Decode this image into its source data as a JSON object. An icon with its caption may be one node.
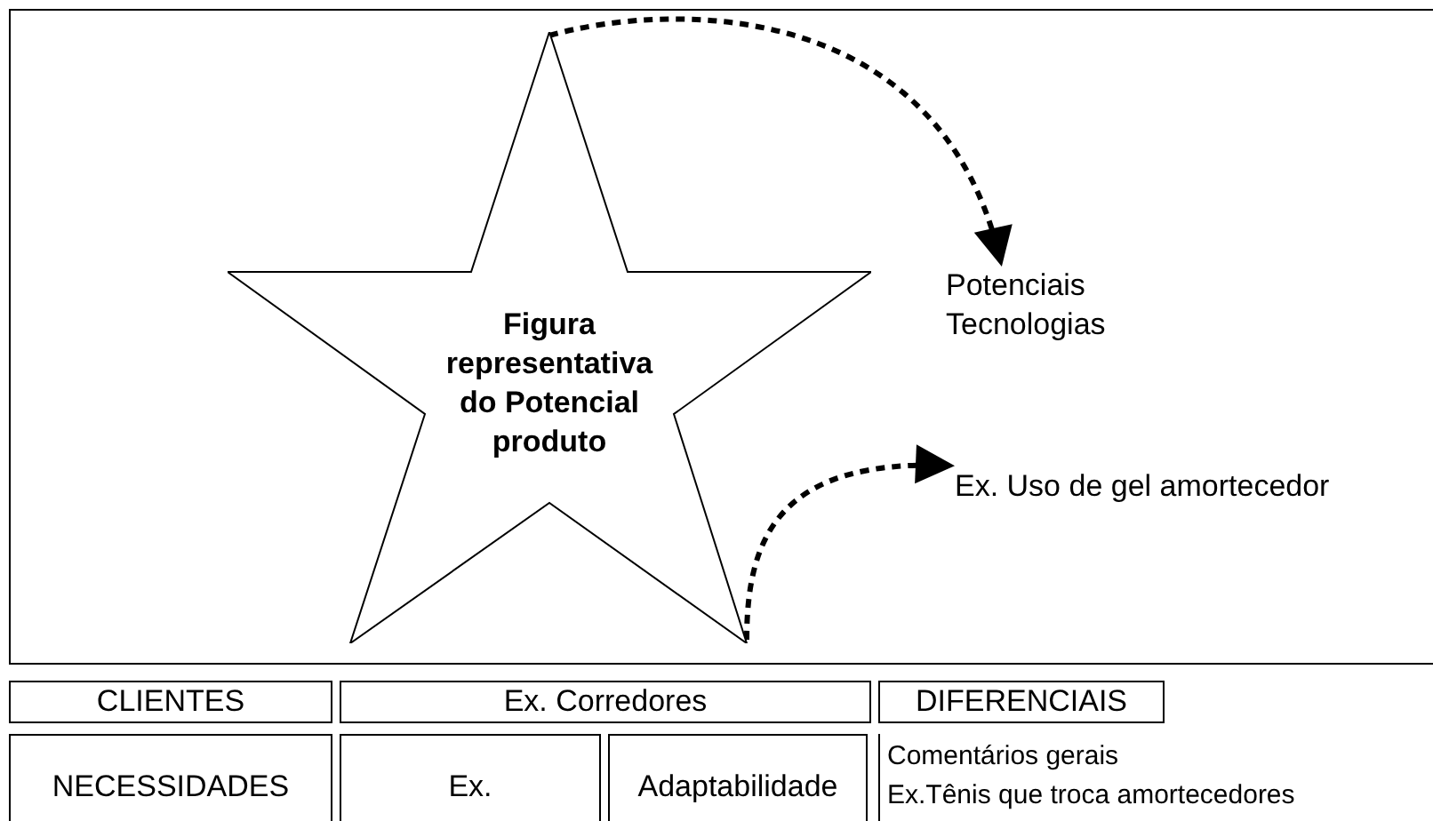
{
  "diagram": {
    "nodes": [
      {
        "text": [
          "Figura representativa do Potencial produto"
        ]
      },
      {
        "text": [
          "Potenciais Tecnologias"
        ]
      },
      {
        "text": [
          "Ex. Uso de gel amortecedor"
        ]
      },
      {
        "text": [
          "CLIENTES"
        ]
      },
      {
        "text": [
          "Ex. Corredores"
        ]
      },
      {
        "text": [
          "DIFERENCIAIS"
        ]
      },
      {
        "text": [
          "NECESSIDADES"
        ]
      },
      {
        "text": [
          "Ex."
        ]
      },
      {
        "text": [
          "Adaptabilidade"
        ]
      },
      {
        "text": [
          "Comentários gerais",
          "Ex.Tênis que troca amortecedores"
        ]
      }
    ],
    "edges": [
      {
        "from": 0,
        "to": 1,
        "arrow": "to",
        "style": "dashed"
      },
      {
        "from": 0,
        "to": 2,
        "arrow": "to",
        "style": "dashed"
      }
    ]
  }
}
